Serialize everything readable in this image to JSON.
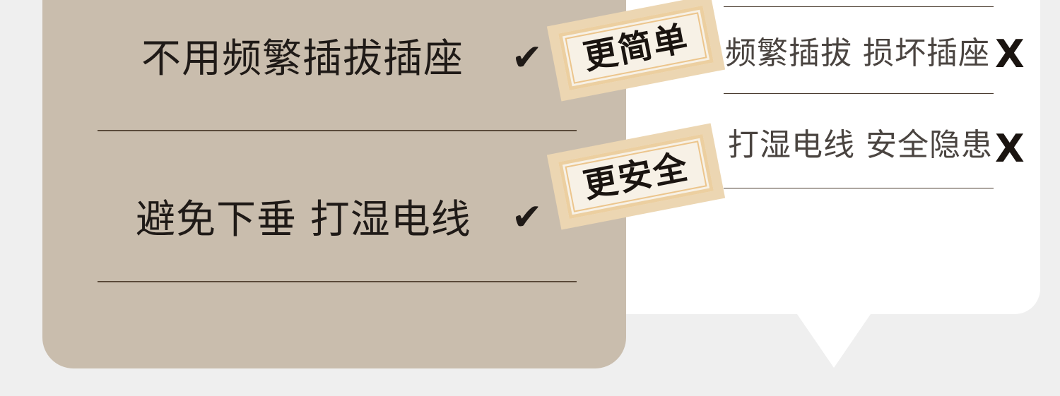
{
  "left_panel": {
    "rows": [
      {
        "text": "不用频繁插拔插座",
        "check": "✔"
      },
      {
        "text": "避免下垂 打湿电线",
        "check": "✔"
      }
    ]
  },
  "stamps": [
    {
      "label": "更简单"
    },
    {
      "label": "更安全"
    }
  ],
  "right_panel": {
    "rows": [
      {
        "text": "频繁插拔 损坏插座",
        "cross": "X"
      },
      {
        "text": "打湿电线 安全隐患",
        "cross": "X"
      }
    ]
  },
  "colors": {
    "background": "#efefef",
    "left_card": "#c9bdad",
    "right_card": "#ffffff",
    "stamp_fill": "#f7f1e6",
    "stamp_border": "#eccfa0",
    "text_dark": "#1f1a17"
  }
}
